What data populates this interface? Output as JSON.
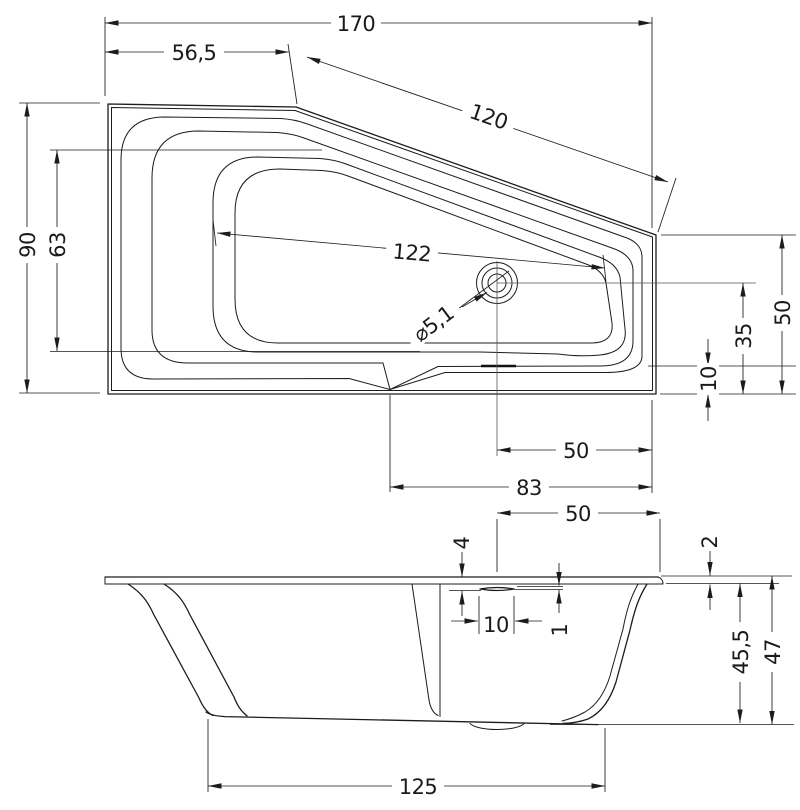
{
  "meta": {
    "drawing_type": "bathtub technical drawing, top view and side elevation",
    "background_color": "#ffffff",
    "line_color": "#1c1c1c",
    "text_color": "#1a1a1a"
  },
  "plan_view": {
    "label": "bathtub-top-view",
    "dims": {
      "total_length": "170",
      "head_section_length": "56,5",
      "sloped_edge_length": "120",
      "total_width": "90",
      "inner_width": "63",
      "inner_length": "122",
      "drain_diameter": "⌀5,1",
      "right_end_width": "50",
      "drain_to_bottom_edge": "35",
      "foot_strip_width": "10",
      "drain_offset_from_end": "50",
      "foot_section_length": "83"
    }
  },
  "side_view": {
    "label": "bathtub-side-view",
    "dims": {
      "overflow_offset_from_end": "50",
      "rim_to_overflow": "4",
      "overflow_slot_length": "10",
      "overflow_slot_height": "1",
      "rim_edge_thickness": "2",
      "inner_depth": "45,5",
      "total_height": "47",
      "base_length": "125"
    }
  }
}
